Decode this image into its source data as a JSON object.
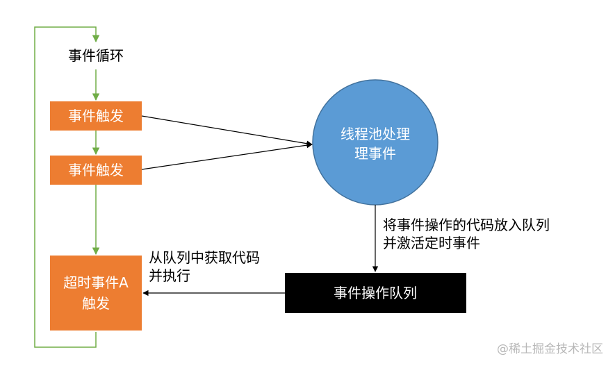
{
  "nodes": {
    "event_loop": {
      "label": "事件循环"
    },
    "trigger_1": {
      "label": "事件触发"
    },
    "trigger_2": {
      "label": "事件触发"
    },
    "timeout_trigger": {
      "line1": "超时事件A",
      "line2": "触发"
    },
    "thread_pool": {
      "line1": "线程池处理",
      "line2": "理事件"
    },
    "event_queue": {
      "label": "事件操作队列"
    }
  },
  "edge_labels": {
    "to_queue": {
      "line1": "将事件操作的代码放入队列",
      "line2": "并激活定时事件"
    },
    "from_queue": {
      "line1": "从队列中获取代码",
      "line2": "并执行"
    }
  },
  "watermark": "@稀土掘金技术社区",
  "colors": {
    "orange": "#ED7D31",
    "blue": "#5B9BD5",
    "black": "#000000",
    "green_line": "#70AD47",
    "arrow": "#000000",
    "watermark": "#B8B8B8"
  }
}
